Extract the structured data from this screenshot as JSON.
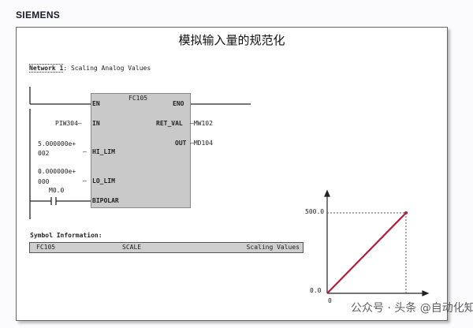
{
  "logo": "SIEMENS",
  "title": "模拟输入量的规范化",
  "network": {
    "label": "Network 1",
    "title": ": Scaling Analog Values"
  },
  "block": {
    "name": "FC105",
    "inputs": {
      "en": "EN",
      "in": "IN",
      "hi_lim": "HI_LIM",
      "lo_lim": "LO_LIM",
      "bipolar": "BIPOLAR"
    },
    "outputs": {
      "eno": "ENO",
      "ret_val": "RET_VAL",
      "out": "OUT"
    },
    "in_operand": "PIW304",
    "hi_lim_value": [
      "5.000000e+",
      "002"
    ],
    "lo_lim_value": [
      "0.000000e+",
      "000"
    ],
    "bipolar_contact": "M0.0",
    "ret_val_operand": "MW102",
    "out_operand": "MD104"
  },
  "symbol_info": {
    "heading": "Symbol Information:",
    "block": "FC105",
    "symbol": "SCALE",
    "comment": "Scaling Values"
  },
  "graph": {
    "y_max_label": "500.0",
    "y_min_label": "0.0",
    "x_origin_label": "0",
    "line_color": "#b0203c"
  },
  "watermark": "公众号 · 头条 @自动化知识"
}
